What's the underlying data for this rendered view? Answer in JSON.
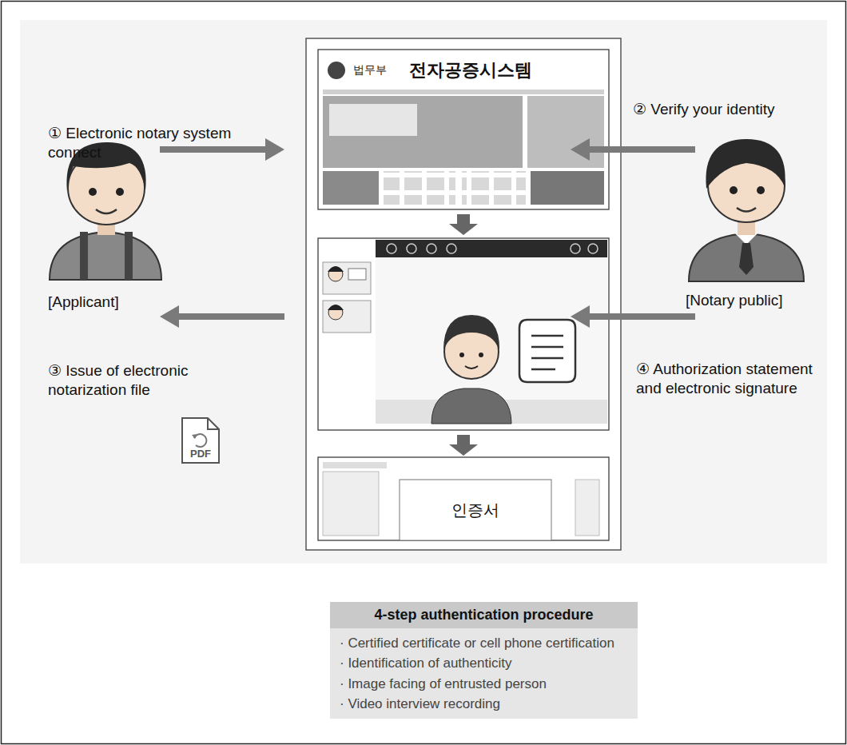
{
  "diagram": {
    "nodes": [
      {
        "text": [
          "법무부",
          "전자공증시스템"
        ]
      },
      {
        "text": [
          "인증서"
        ]
      },
      {
        "text": [
          "4-step authentication procedure",
          "· Certified certificate or cell phone certification",
          "· Identification of authenticity",
          "· Image facing of entrusted person",
          "· Video interview recording"
        ]
      }
    ],
    "labels": [
      "① Electronic notary system connect",
      "② Verify your identity",
      "[Applicant]",
      "[Notary public]",
      "③ Issue of electronic notarization file",
      "④ Authorization statement and electronic signature",
      "PDF"
    ]
  }
}
